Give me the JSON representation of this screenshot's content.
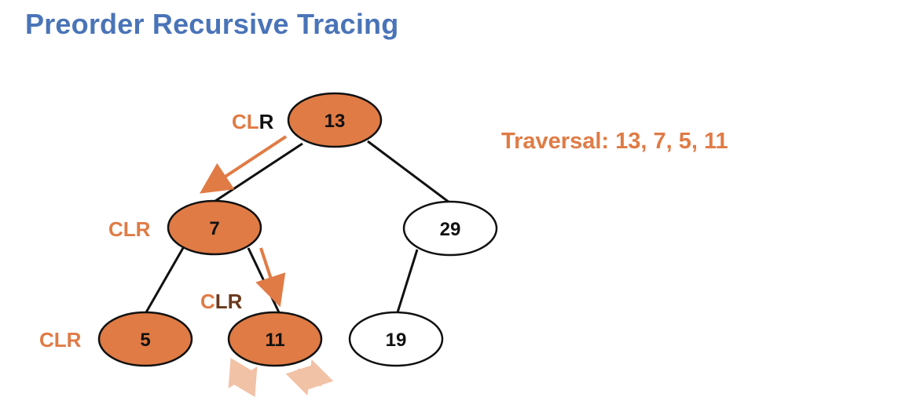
{
  "title": "Preorder Recursive Tracing",
  "traversal_text": "Traversal: 13, 7, 5, 11",
  "colors": {
    "title": "#4a74b8",
    "visited_fill": "#e07b45",
    "unvisited_fill": "#ffffff",
    "accent": "#e07b45",
    "edge": "#111111",
    "faint_arrow": "#f2c2a6",
    "dark_letter": "#111111",
    "brown_letter": "#6b3a1e"
  },
  "nodes": [
    {
      "id": "13",
      "label": "13",
      "visited": true
    },
    {
      "id": "7",
      "label": "7",
      "visited": true
    },
    {
      "id": "29",
      "label": "29",
      "visited": false
    },
    {
      "id": "5",
      "label": "5",
      "visited": true
    },
    {
      "id": "11",
      "label": "11",
      "visited": true
    },
    {
      "id": "19",
      "label": "19",
      "visited": false
    }
  ],
  "edges": [
    {
      "from": "13",
      "to": "7"
    },
    {
      "from": "13",
      "to": "29"
    },
    {
      "from": "7",
      "to": "5"
    },
    {
      "from": "7",
      "to": "11"
    },
    {
      "from": "29",
      "to": "19"
    }
  ],
  "clr_tags": [
    {
      "node": "13",
      "text": "CLR",
      "letter_states": [
        "done",
        "done",
        "pending"
      ]
    },
    {
      "node": "7",
      "text": "CLR",
      "letter_states": [
        "done",
        "done",
        "done"
      ]
    },
    {
      "node": "11",
      "text": "CLR",
      "letter_states": [
        "done",
        "current",
        "current"
      ]
    },
    {
      "node": "5",
      "text": "CLR",
      "letter_states": [
        "done",
        "done",
        "done"
      ]
    }
  ]
}
